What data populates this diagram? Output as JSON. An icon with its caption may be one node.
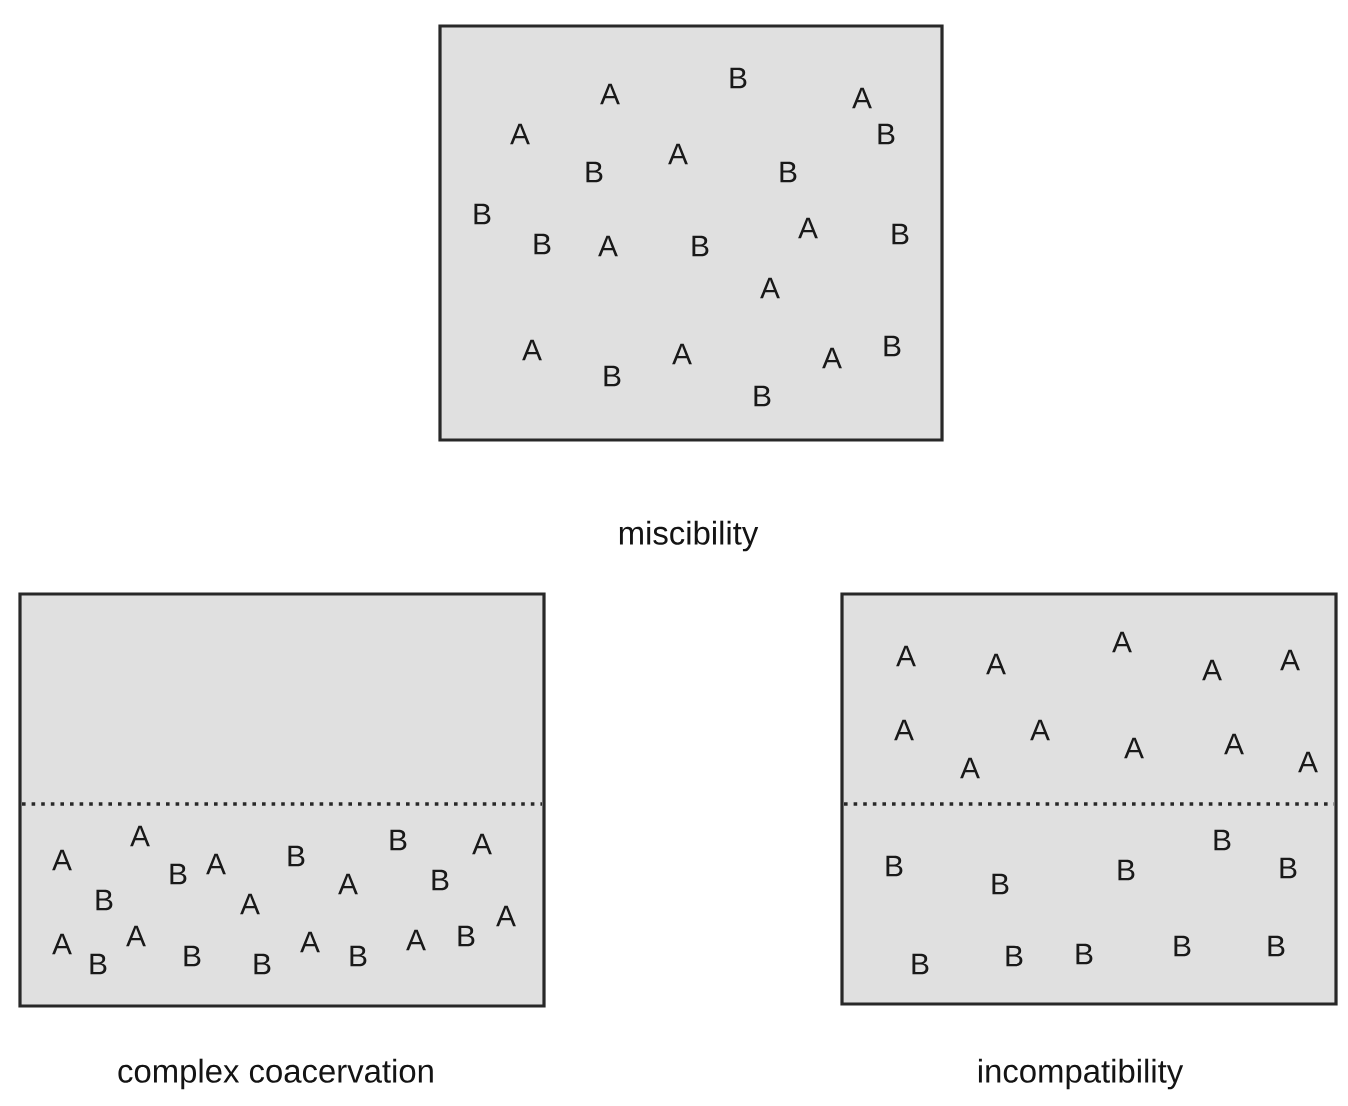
{
  "diagram": {
    "nodes": [
      {
        "text": [
          "A",
          "B",
          "A",
          "B",
          "A",
          "B",
          "A",
          "B",
          "B",
          "B",
          "A",
          "B",
          "A",
          "B",
          "A",
          "A",
          "B",
          "A",
          "B",
          "A",
          "B"
        ],
        "beside": [
          "miscibility"
        ]
      },
      {
        "text": [
          "A",
          "A",
          "B",
          "A",
          "B",
          "A",
          "B",
          "A",
          "B",
          "B",
          "A",
          "A",
          "B",
          "A",
          "B",
          "B",
          "A",
          "B",
          "A",
          "B",
          "A"
        ],
        "beside": [
          "complex coacervation"
        ]
      },
      {
        "text": [
          "A",
          "A",
          "A",
          "A",
          "A",
          "A",
          "A",
          "A",
          "A",
          "A",
          "A",
          "B",
          "B",
          "B",
          "B",
          "B",
          "B",
          "B",
          "B",
          "B",
          "B"
        ],
        "beside": [
          "incompatibility"
        ]
      }
    ]
  }
}
